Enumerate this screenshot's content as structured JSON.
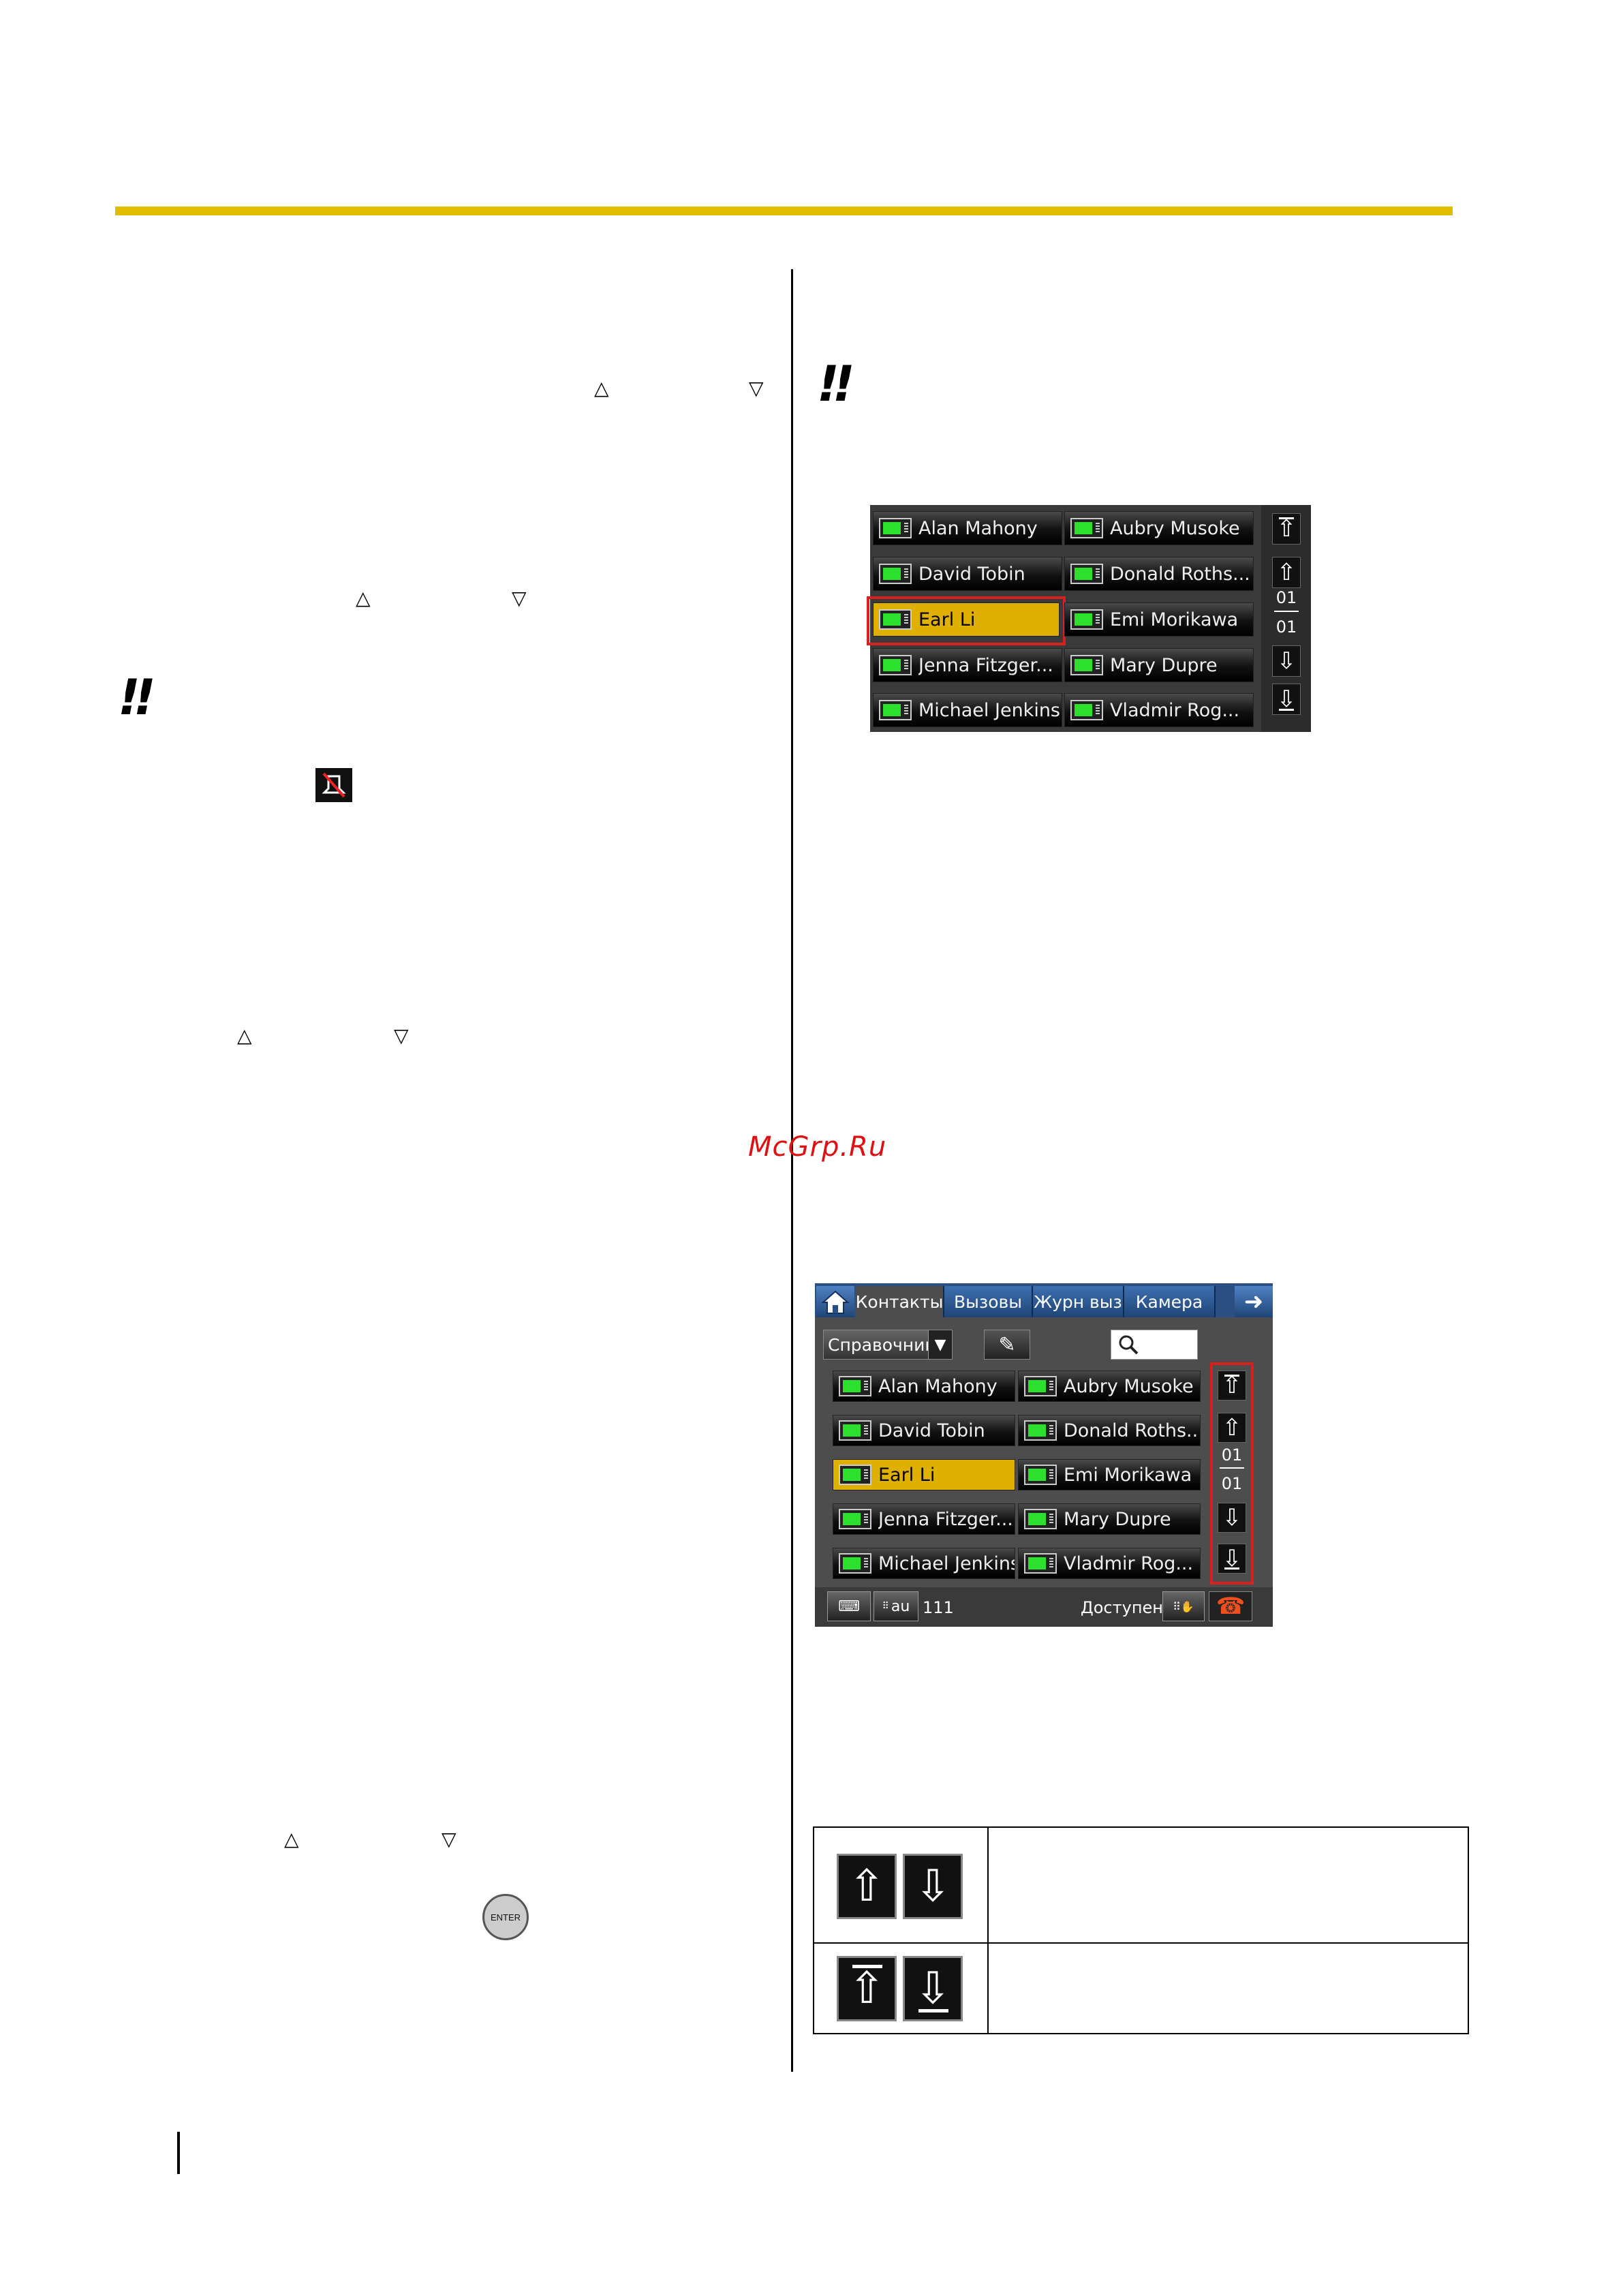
{
  "manual": {
    "warning_mark": "!!",
    "up_symbol": "△",
    "down_symbol": "▽",
    "enter_key_label": "ENTER",
    "watermark": "McGrp.Ru"
  },
  "contacts_grid": {
    "rows": [
      [
        "Alan Mahony",
        "Aubry Musoke"
      ],
      [
        "David Tobin",
        "Donald Roths..."
      ],
      [
        "Earl Li",
        "Emi Morikawa"
      ],
      [
        "Jenna Fitzger...",
        "Mary Dupre"
      ],
      [
        "Michael Jenkins",
        "Vladmir Rog..."
      ]
    ],
    "selected": "Earl Li",
    "page_current": "01",
    "page_total": "01",
    "icons": {
      "top": "scroll-top-icon",
      "up": "page-up-icon",
      "down": "page-down-icon",
      "bottom": "scroll-bottom-icon",
      "contact": "video-phone-icon"
    }
  },
  "phone_screen": {
    "tabs": [
      "Контакты",
      "Вызовы",
      "Журн выз",
      "Камера"
    ],
    "directory_label": "Справочник",
    "status_extension": "111",
    "status_text": "Доступен",
    "keypad_label": "au",
    "icons": {
      "home": "home-icon",
      "next": "arrow-right-icon",
      "edit": "pencil-icon",
      "search": "search-icon",
      "keyboard": "keyboard-icon",
      "hangup": "hangup-icon"
    },
    "colors": {
      "tab_blue": "#2b4f82",
      "selected_yellow": "#e0b000",
      "highlight_red": "#d82020"
    }
  },
  "legend_table": {
    "rows": [
      {
        "icons": [
          "page-up-icon",
          "page-down-icon"
        ],
        "description": ""
      },
      {
        "icons": [
          "scroll-top-icon",
          "scroll-bottom-icon"
        ],
        "description": ""
      }
    ]
  }
}
